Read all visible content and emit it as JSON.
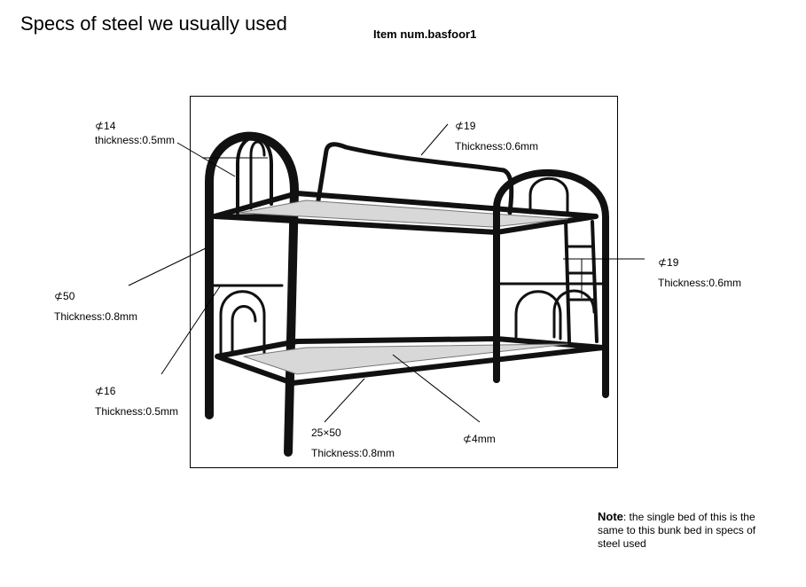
{
  "header": {
    "title": "Specs of steel we usually used",
    "item": "Item num.basfoor1"
  },
  "specs": [
    {
      "id": "top-left",
      "line1": "⊄14",
      "line2": "thickness:0.5mm"
    },
    {
      "id": "top-rail",
      "line1": "⊄19",
      "line2": "Thickness:0.6mm"
    },
    {
      "id": "right-ladder",
      "line1": "⊄19",
      "line2": "Thickness:0.6mm"
    },
    {
      "id": "post",
      "line1": "⊄50",
      "line2": "Thickness:0.8mm"
    },
    {
      "id": "lower-left",
      "line1": "⊄16",
      "line2": "Thickness:0.5mm"
    },
    {
      "id": "frame",
      "line1": "25×50",
      "line2": "Thickness:0.8mm"
    },
    {
      "id": "mesh",
      "line1": "⊄4mm",
      "line2": ""
    }
  ],
  "note": {
    "label": "Note",
    "text": ": the single bed of this is the same to this bunk bed in specs of steel used"
  }
}
